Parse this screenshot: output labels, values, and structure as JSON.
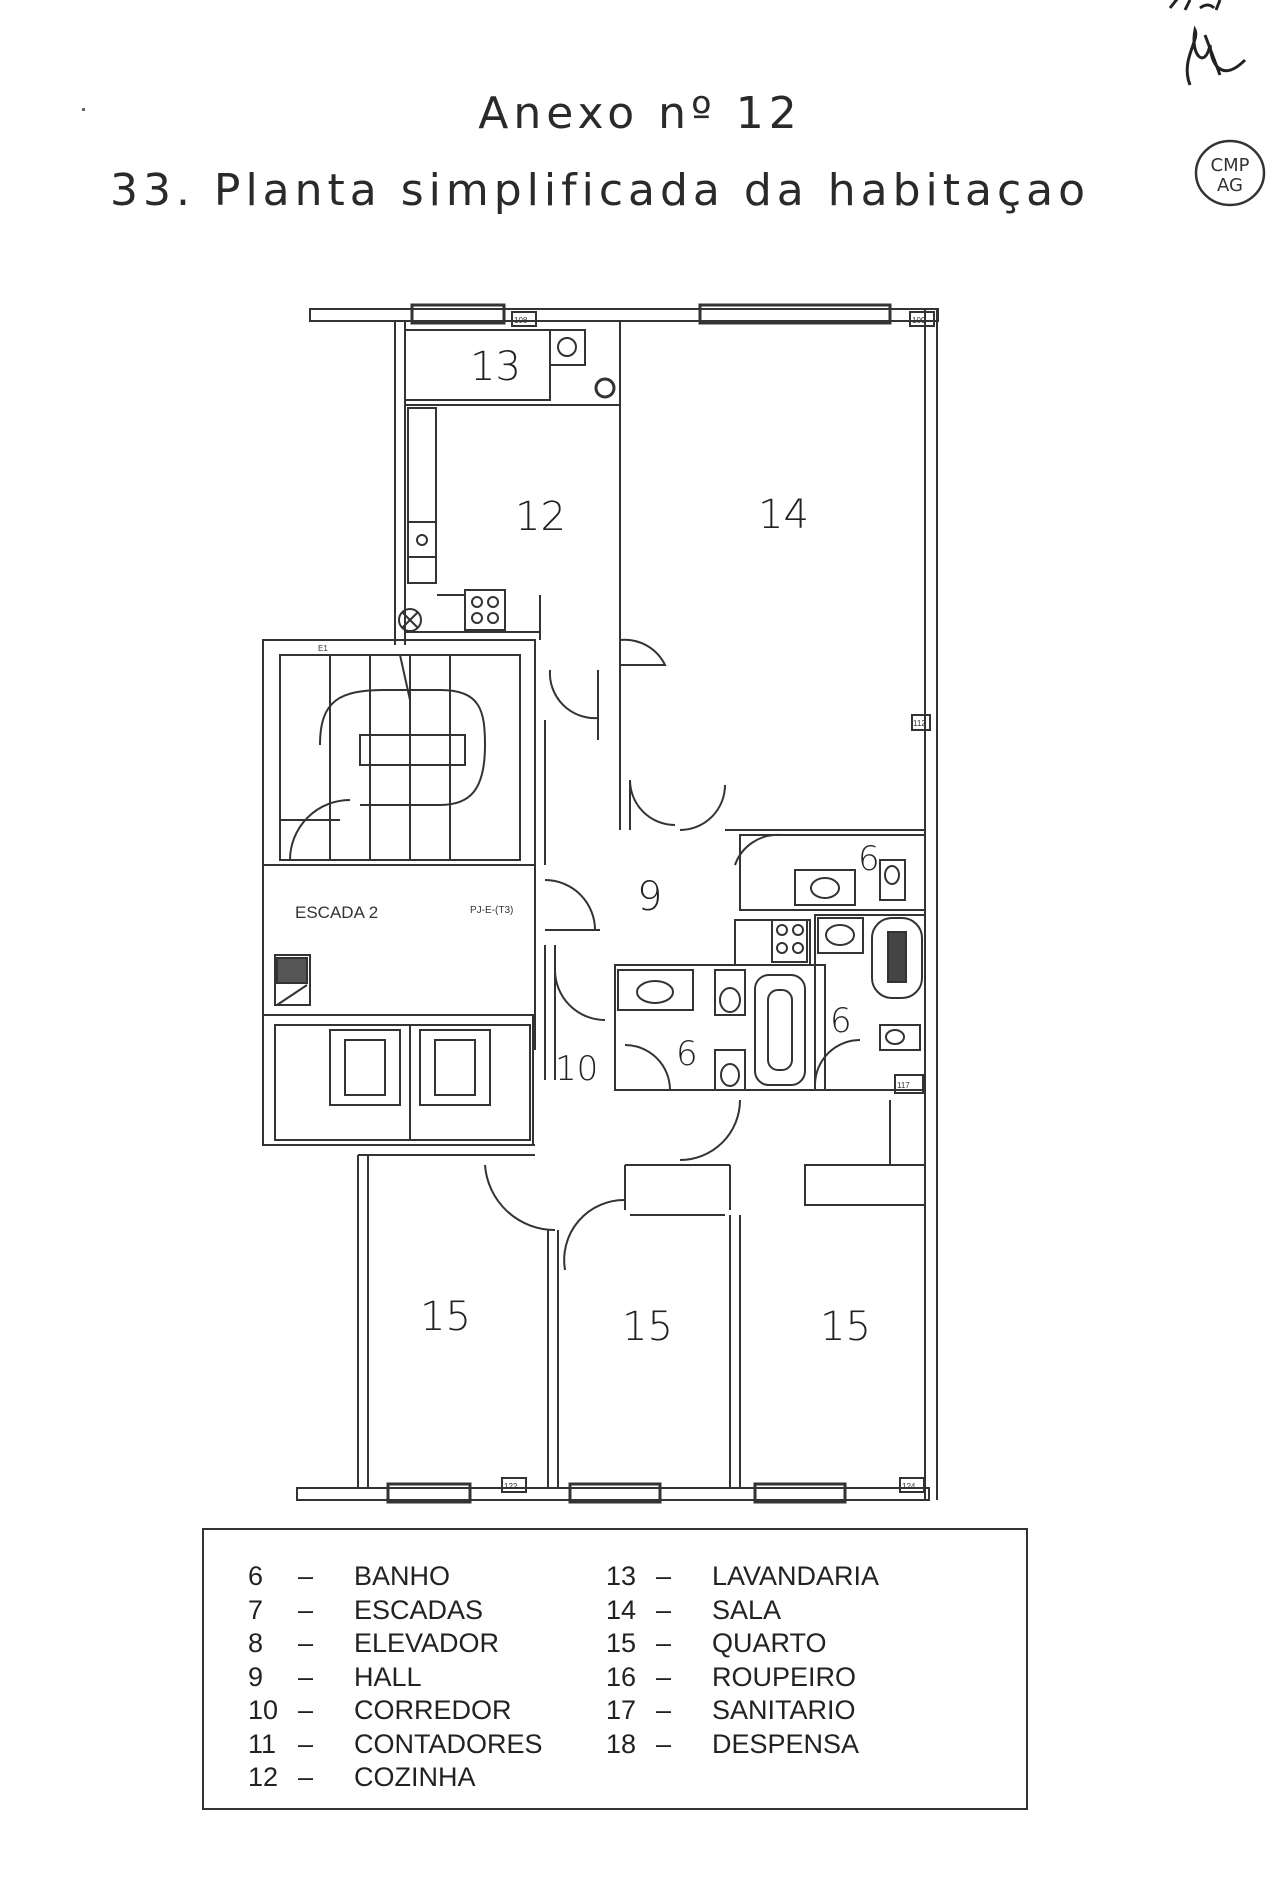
{
  "header": {
    "annex": "Anexo nº 12",
    "subtitle": "33. Planta simplificada da habitaçao"
  },
  "stamp": {
    "line1": "CMP",
    "line2": "AG"
  },
  "plan": {
    "room_labels": {
      "laundry": "13",
      "kitchen": "12",
      "living": "14",
      "hall": "9",
      "bath_top": "6",
      "bath_right": "6",
      "bath_center": "6",
      "corridor": "10",
      "bedroom_left": "15",
      "bedroom_middle": "15",
      "bedroom_right": "15"
    },
    "stair_label": "ESCADA 2",
    "door_code": "PJ-E-(T3)",
    "small_tags": {
      "t108": "108",
      "t109": "109",
      "t112": "112",
      "t117": "117",
      "t122": "122",
      "t124": "124",
      "e1": "E1"
    }
  },
  "legend": {
    "left": [
      {
        "num": "6",
        "name": "BANHO"
      },
      {
        "num": "7",
        "name": "ESCADAS"
      },
      {
        "num": "8",
        "name": "ELEVADOR"
      },
      {
        "num": "9",
        "name": "HALL"
      },
      {
        "num": "10",
        "name": "CORREDOR"
      },
      {
        "num": "11",
        "name": "CONTADORES"
      },
      {
        "num": "12",
        "name": "COZINHA"
      }
    ],
    "right": [
      {
        "num": "13",
        "name": "LAVANDARIA"
      },
      {
        "num": "14",
        "name": "SALA"
      },
      {
        "num": "15",
        "name": "QUARTO"
      },
      {
        "num": "16",
        "name": "ROUPEIRO"
      },
      {
        "num": "17",
        "name": "SANITARIO"
      },
      {
        "num": "18",
        "name": "DESPENSA"
      }
    ],
    "dash": "–"
  }
}
